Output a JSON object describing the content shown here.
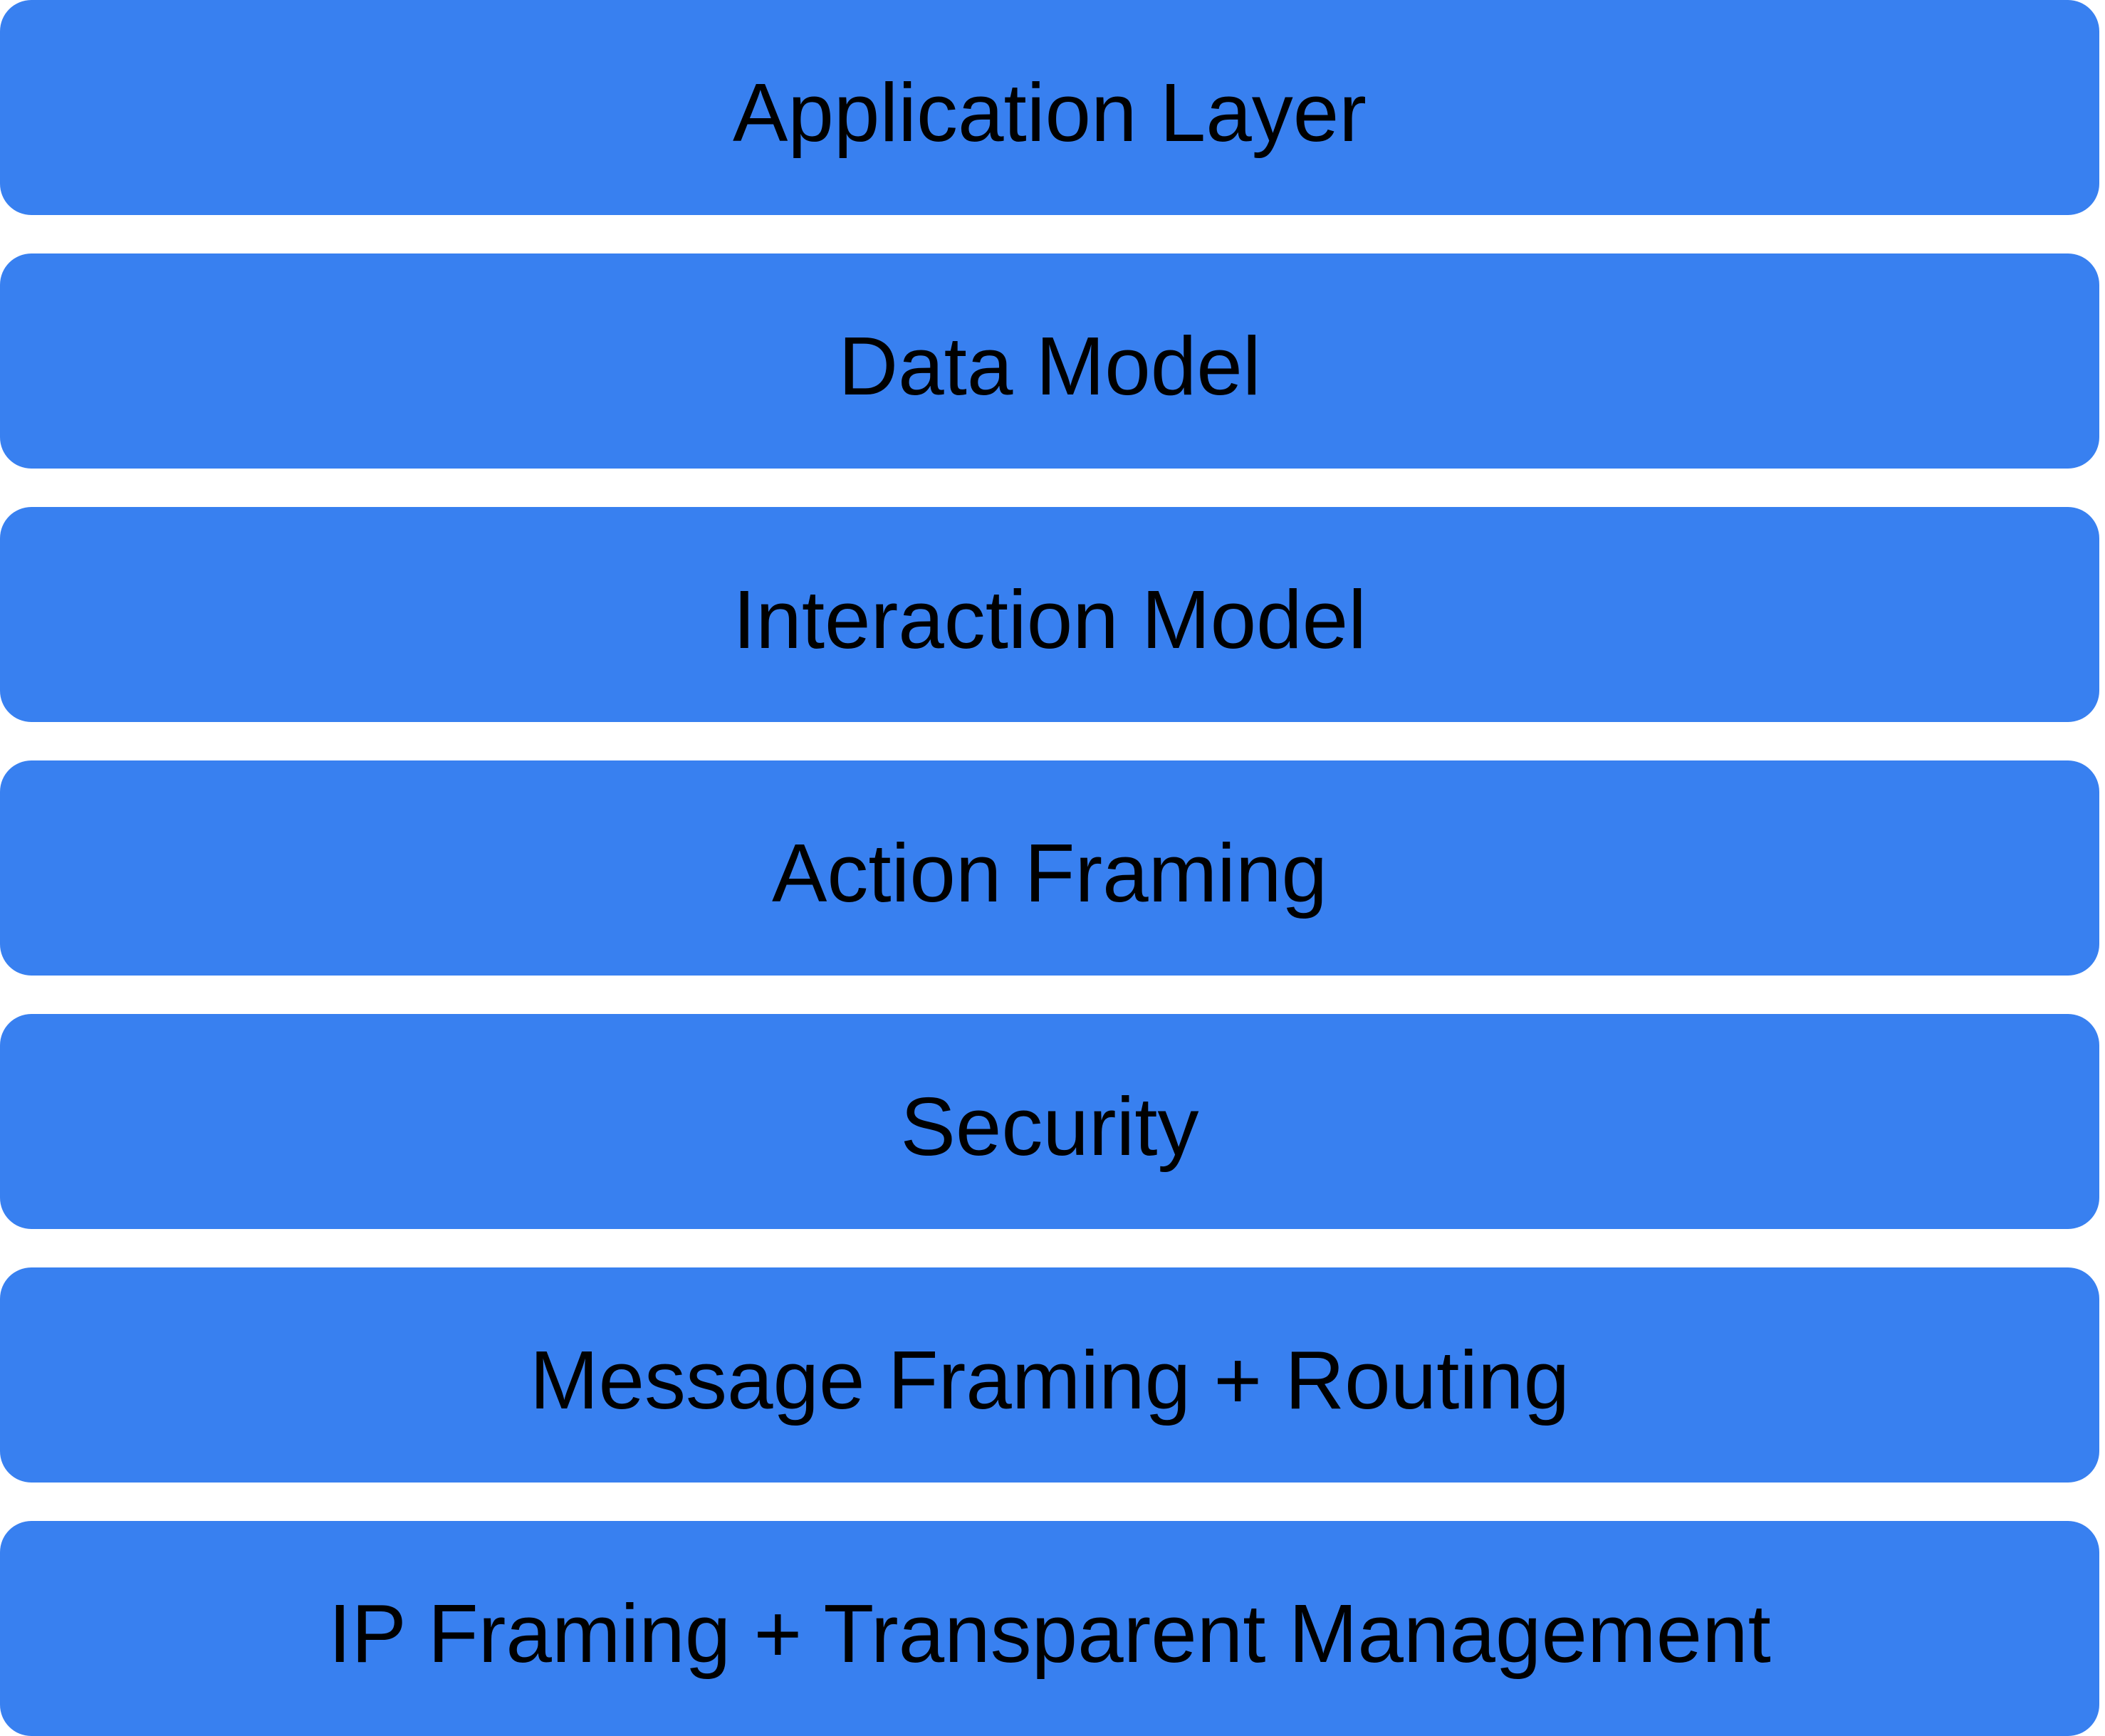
{
  "diagram": {
    "type": "layer-stack",
    "accent_color": "#3880f0",
    "text_color": "#000000",
    "layers": [
      {
        "label": "Application Layer"
      },
      {
        "label": "Data Model"
      },
      {
        "label": "Interaction Model"
      },
      {
        "label": "Action Framing"
      },
      {
        "label": "Security"
      },
      {
        "label": "Message Framing + Routing"
      },
      {
        "label": "IP Framing + Transparent Management"
      }
    ]
  }
}
